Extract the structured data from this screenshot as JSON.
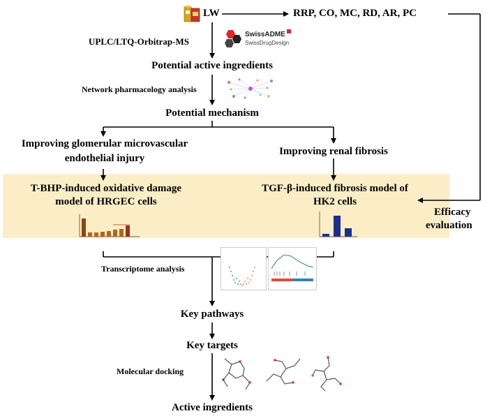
{
  "top": {
    "lw": "LW",
    "params": "RRP, CO, MC, RD, AR,  PC"
  },
  "steps": {
    "uplc": "UPLC/LTQ-Orbitrap-MS",
    "swiss_name": "SwissADME",
    "swiss_sub": "SwissDrugDesign",
    "potential_ingredients": "Potential active ingredients",
    "network": "Network pharmacology analysis",
    "potential_mechanism": "Potential mechanism",
    "branch_left_1": "Improving glomerular microvascular",
    "branch_left_2": "endothelial injury",
    "branch_right": "Improving renal fibrosis",
    "efficacy_1": "Efficacy",
    "efficacy_2": "evaluation",
    "transcriptome": "Transcriptome analysis",
    "key_pathways": "Key pathways",
    "key_targets": "Key targets",
    "docking": "Molecular docking",
    "active_ingredients": "Active ingredients"
  },
  "models": {
    "left_1": "T-BHP-induced oxidative damage",
    "left_2": "model of HRGEC cells",
    "right_1": "TGF-β-induced fibrosis model of",
    "right_2": "HK2 cells"
  },
  "colors": {
    "panel": "#fbeec6",
    "bars_left": "#b5651d",
    "bars_right": "#1f2d8f",
    "swiss_red": "#e2242b",
    "swiss_dark": "#222222"
  }
}
